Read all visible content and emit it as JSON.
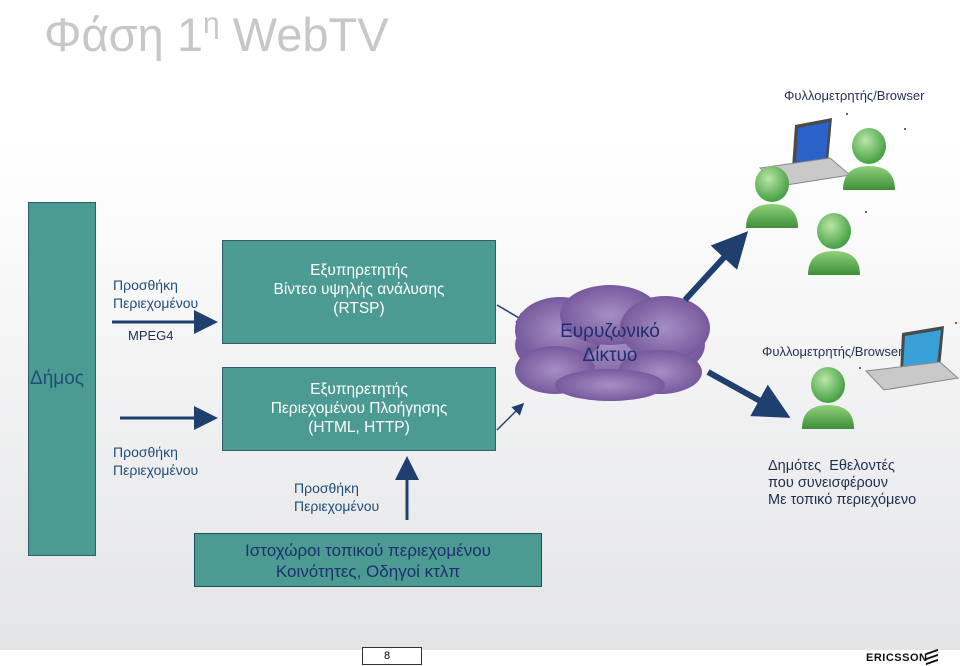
{
  "title": {
    "main": "Φάση 1",
    "sup": "η",
    "rest": " WebTV"
  },
  "left_bar": {
    "label": "Δήμος"
  },
  "labels": {
    "add_content_1": "Προσθήκη\nΠεριεχομένου",
    "mpeg4": "MPEG4",
    "add_content_2": "Προσθήκη\nΠεριεχομένου",
    "add_content_3": "Προσθήκη\nΠεριεχομένου",
    "browser_top": "Φυλλομετρητής/Browser",
    "browser_mid": "Φυλλομετρητής/Browser",
    "citizens": "Δημότες  Εθελοντές\nπου συνεισφέρουν\nΜε τοπικό περιεχόμενο"
  },
  "boxes": {
    "video_server": "Εξυπηρετητής\nΒίντεο υψηλής ανάλυσης\n(RTSP)",
    "nav_server": "Εξυπηρετητής\nΠεριεχομένου Πλοήγησης\n(HTML, HTTP)",
    "local_sites": "Ιστοχώροι τοπικού περιεχομένου\nΚοινότητες, Οδηγοί κτλπ"
  },
  "cloud": {
    "label": "Ευρυζωνικό\nΔίκτυο"
  },
  "footer": {
    "page_number": "8",
    "brand": "ERICSSON"
  },
  "colors": {
    "box": "#4b9b93",
    "arrow": "#1f3f6f",
    "title": "#c7c7c7",
    "text_blue": "#1f4e79",
    "person": "#5cb85c",
    "cloud": "#7d5fa3"
  }
}
